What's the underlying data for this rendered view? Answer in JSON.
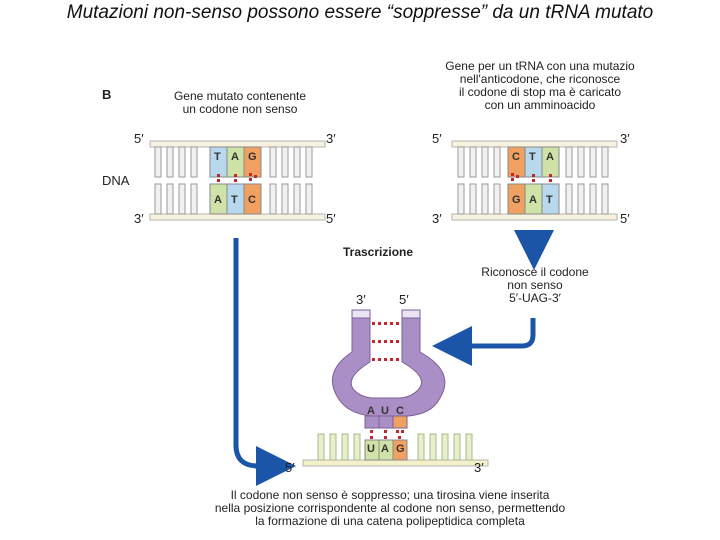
{
  "slide": {
    "title": "Mutazioni non-senso possono essere “soppresse” da un tRNA mutato"
  },
  "panel": {
    "label": "B",
    "dna_label": "DNA",
    "left_caption_1": "Gene mutato contenente",
    "left_caption_2": "un codone non senso",
    "right_caption_1": "Gene per un tRNA con una mutazio",
    "right_caption_2": "nell'anticodone, che riconosce",
    "right_caption_3": "il codone di stop ma è caricato",
    "right_caption_4": "con un amminoacido",
    "transcription_label": "Trascrizione",
    "recognition_1": "Riconosce il codone",
    "recognition_2": "non senso",
    "recognition_3": "5′-UAG-3′",
    "prime5": "5′",
    "prime3": "3′"
  },
  "left_dna": {
    "top": [
      "T",
      "A",
      "G"
    ],
    "bottom": [
      "A",
      "T",
      "C"
    ]
  },
  "right_dna": {
    "top": [
      "C",
      "T",
      "A"
    ],
    "bottom": [
      "G",
      "A",
      "T"
    ]
  },
  "trna": {
    "anticodon": [
      "A",
      "U",
      "C"
    ]
  },
  "mrna": {
    "codon": [
      "U",
      "A",
      "G"
    ]
  },
  "bottom_caption": {
    "line1": "Il codone non senso è soppresso; una tirosina viene inserita",
    "line2": "nella posizione corrispondente al codone non senso, permettendo",
    "line3": "la formazione di una catena polipeptidica completa"
  },
  "colors": {
    "t_blue": "#b8d8ee",
    "a_green": "#cfe3a8",
    "g_orange": "#f0a060",
    "c_orange": "#f0a060",
    "trna_purple": "#a98fc6",
    "arrow_blue": "#1a55a8",
    "bond_red": "#c0282e"
  }
}
